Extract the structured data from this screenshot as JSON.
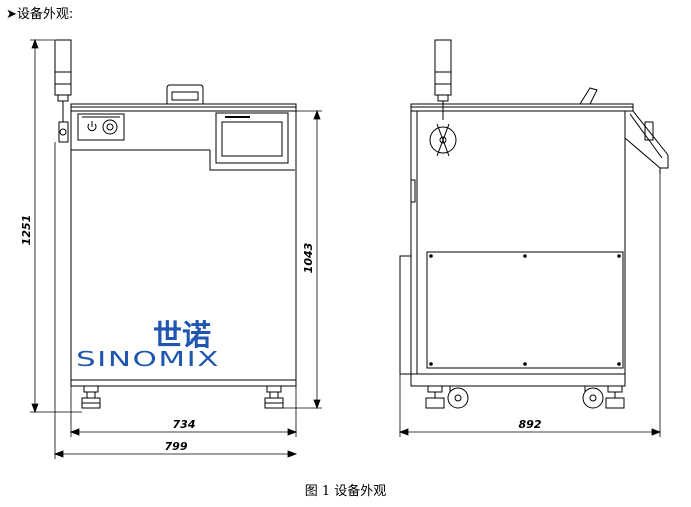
{
  "heading": {
    "marker": "➤",
    "text": "设备外观:"
  },
  "caption": "图 1  设备外观",
  "front_view": {
    "dims": {
      "height_total": "1251",
      "height_body": "1043",
      "width_body": "734",
      "width_total": "799"
    },
    "logo": {
      "cn": "世诺",
      "en": "SINOMIX"
    },
    "icons": {
      "power_switch": "power-icon"
    }
  },
  "side_view": {
    "dims": {
      "width": "892"
    }
  },
  "colors": {
    "logo": "#1f56b0",
    "line": "#000000"
  }
}
